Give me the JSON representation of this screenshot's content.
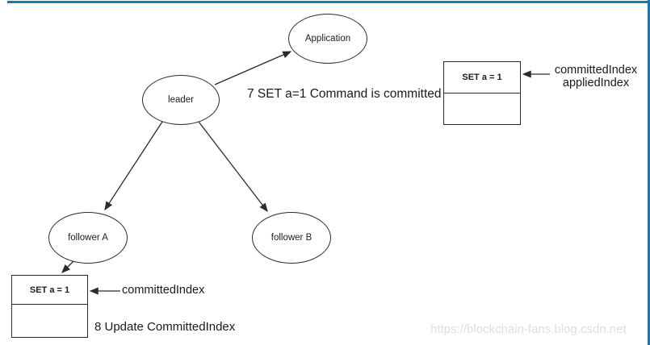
{
  "frame": {
    "accent_color": "#1878b4",
    "line_color": "#2b2b2b"
  },
  "nodes": [
    {
      "label": "Application"
    },
    {
      "label": "leader"
    },
    {
      "label": "follower A"
    },
    {
      "label": "follower B"
    }
  ],
  "leader_log": {
    "entry": "SET a = 1",
    "pointer_line1": "committedIndex",
    "pointer_line2": "appliedIndex"
  },
  "follower_log": {
    "entry": "SET a = 1",
    "pointer": "committedIndex"
  },
  "annotations": {
    "step7": "7 SET a=1 Command is committed",
    "step8": "8 Update CommittedIndex"
  },
  "watermark": "https://blockchain-fans.blog.csdn.net"
}
